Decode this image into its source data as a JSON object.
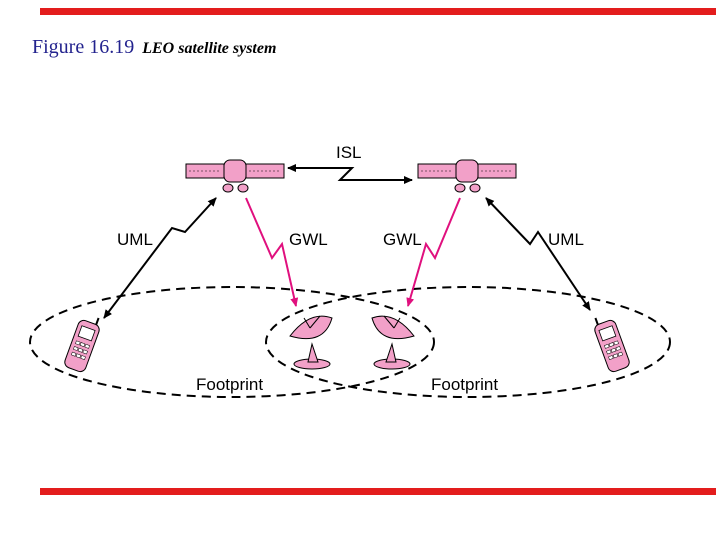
{
  "figure": {
    "number": "Figure 16.19",
    "caption": "LEO satellite system"
  },
  "labels": {
    "isl": "ISL",
    "uml_left": "UML",
    "gwl_left": "GWL",
    "gwl_right": "GWL",
    "uml_right": "UML",
    "footprint_left": "Footprint",
    "footprint_right": "Footprint"
  },
  "colors": {
    "rule": "#e31d1d",
    "figure_number": "#23238e",
    "gateway_link": "#e0107e",
    "device_pink": "#f2a0c8",
    "black": "#000000"
  },
  "icons": [
    "satellite-icon",
    "satellite-icon",
    "mobile-phone-icon",
    "mobile-phone-icon",
    "satellite-dish-icon",
    "satellite-dish-icon"
  ]
}
